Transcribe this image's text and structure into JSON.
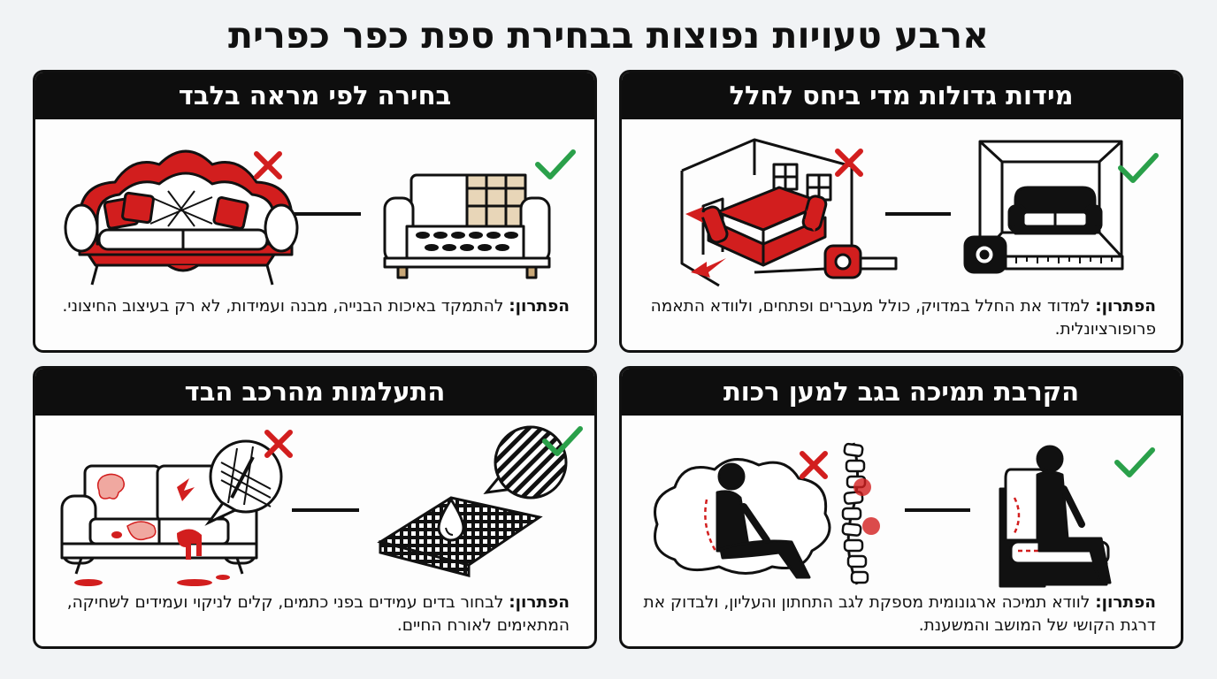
{
  "title": "ארבע טעויות נפוצות בבחירת ספת כפר כפרית",
  "colors": {
    "accent_red": "#d21e1e",
    "check_green": "#2aa04a",
    "ink": "#111111",
    "header_bg": "#0e0e0e"
  },
  "solution_label": "הפתרון:",
  "cards": [
    {
      "id": "size",
      "heading": "מידות גדולות מדי ביחס לחלל",
      "solution_text": "למדוד את החלל במדויק, כולל מעברים ופתחים, ולוודא התאמה פרופורציונלית.",
      "good_icon": "sofa-in-room-with-tape-measure-icon",
      "bad_icon": "oversized-sofa-in-small-room-icon"
    },
    {
      "id": "looks",
      "heading": "בחירה לפי מראה בלבד",
      "solution_text": "להתמקד באיכות הבנייה, מבנה ועמידות, לא רק בעיצוב החיצוני.",
      "good_icon": "sofa-with-visible-frame-and-springs-icon",
      "bad_icon": "ornate-baroque-sofa-icon"
    },
    {
      "id": "support",
      "heading": "הקרבת תמיכה בגב למען רכות",
      "solution_text": "לוודא תמיכה ארגונומית מספקת לגב התחתון והעליון, ולבדוק את דרגת הקושי של המושב והמשענת.",
      "good_icon": "person-seated-upright-supportive-chair-icon",
      "bad_icon": "person-slumped-on-soft-cloud-with-spine-pain-icon"
    },
    {
      "id": "fabric",
      "heading": "התעלמות מהרכב הבד",
      "solution_text": "לבחור בדים עמידים בפני כתמים, קלים לניקוי ועמידים לשחיקה, המתאימים לאורח החיים.",
      "good_icon": "water-repellent-woven-fabric-icon",
      "bad_icon": "stained-torn-sofa-icon"
    }
  ]
}
